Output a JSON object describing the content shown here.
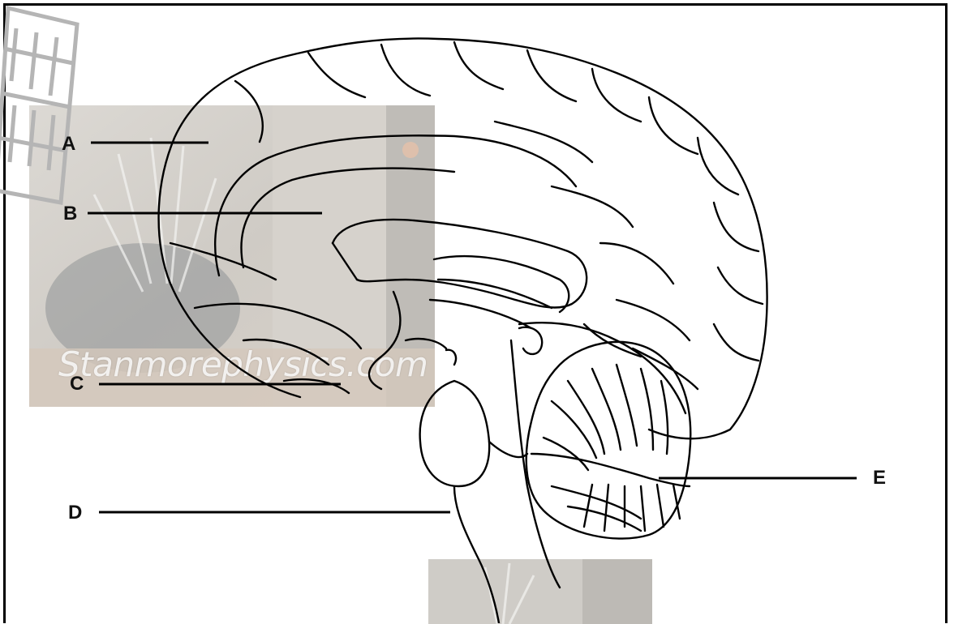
{
  "labels": {
    "a": "A",
    "b": "B",
    "c": "C",
    "d": "D",
    "e": "E"
  },
  "watermark": {
    "text": "Stanmorephysics.com"
  },
  "colors": {
    "line": "#000000",
    "photo_tint": "#c9c4bc",
    "photo_dark": "#6f7475",
    "frame": "#000000"
  },
  "icons": {
    "logo": "leaning-tower-logo"
  }
}
